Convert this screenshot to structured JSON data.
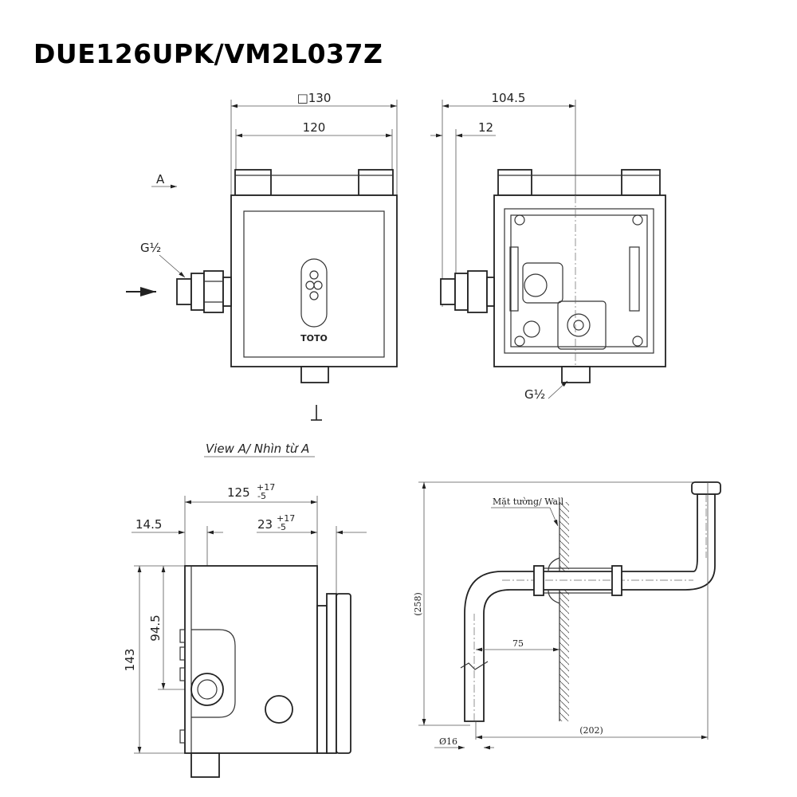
{
  "title": "DUE126UPK/VM2L037Z",
  "front_view": {
    "dim_outer": "□130",
    "dim_inner": "120",
    "view_marker": "A",
    "inlet_label": "G½",
    "logo": "TOTO"
  },
  "side_view": {
    "dim_depth": "104.5",
    "dim_offset": "12",
    "outlet_label": "G½"
  },
  "view_a_caption": "View A/ Nhìn từ A",
  "view_a": {
    "dim_width": "125",
    "dim_width_tol_plus": "+17",
    "dim_width_tol_minus": "-5",
    "dim_left": "14.5",
    "dim_right": "23",
    "dim_right_tol_plus": "+17",
    "dim_right_tol_minus": "-5",
    "dim_inlet_height": "94.5",
    "dim_height": "143"
  },
  "pipe_view": {
    "wall_label": "Mặt tường/ Wall",
    "dim_height": "(258)",
    "dim_wall_offset": "75",
    "dim_length": "(202)",
    "dim_diameter": "Ø16"
  }
}
